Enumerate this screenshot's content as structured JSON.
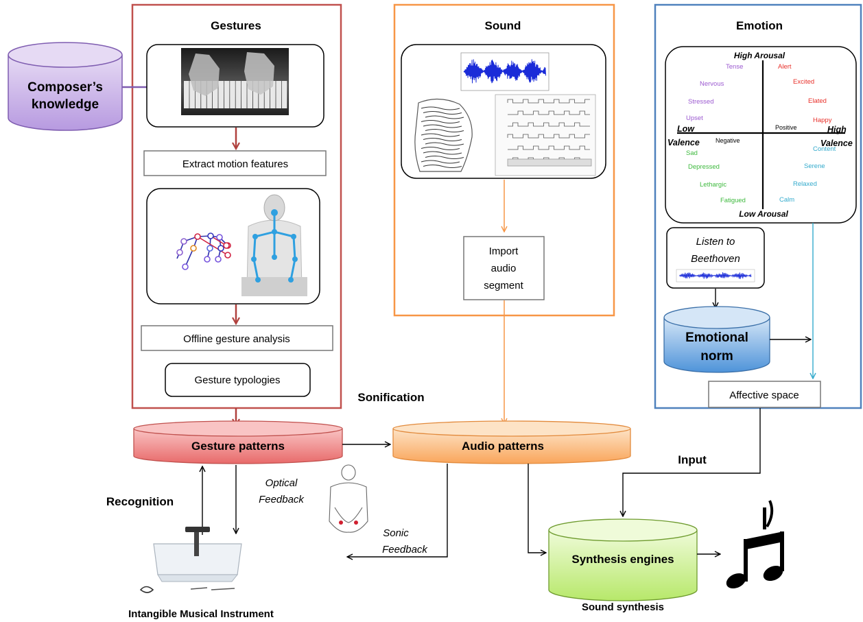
{
  "panels": {
    "gestures": "Gestures",
    "sound": "Sound",
    "emotion": "Emotion"
  },
  "composer": {
    "line1": "Composer’s",
    "line2": "knowledge"
  },
  "gesture_steps": {
    "extract": "Extract motion features",
    "offline": "Offline gesture analysis",
    "typologies": "Gesture typologies"
  },
  "sound_steps": {
    "line1": "Import",
    "line2": "audio",
    "line3": "segment"
  },
  "emotion_chart": {
    "high_arousal": "High Arousal",
    "low_arousal": "Low Arousal",
    "low_valence_1": "Low",
    "low_valence_2": "Valence",
    "high_valence_1": "High",
    "high_valence_2": "Valence",
    "positive": "Positive",
    "negative": "Negative",
    "words": {
      "tense": "Tense",
      "nervous": "Nervous",
      "stressed": "Stressed",
      "upset": "Upset",
      "sad": "Sad",
      "depressed": "Depressed",
      "lethargic": "Lethargic",
      "fatigued": "Fatigued",
      "alert": "Alert",
      "excited": "Excited",
      "elated": "Elated",
      "happy": "Happy",
      "content": "Content",
      "serene": "Serene",
      "relaxed": "Relaxed",
      "calm": "Calm"
    },
    "colors": {
      "purple": "#9B59D0",
      "red": "#E8302A",
      "green": "#3DB93D",
      "cyan": "#33AACC"
    }
  },
  "listen": {
    "line1": "Listen to",
    "line2": "Beethoven"
  },
  "emotional_norm": {
    "line1": "Emotional",
    "line2": "norm"
  },
  "affective_space": "Affective space",
  "patterns": {
    "gesture": "Gesture patterns",
    "audio": "Audio patterns",
    "synthesis": "Synthesis engines"
  },
  "labels": {
    "sonification": "Sonification",
    "recognition": "Recognition",
    "input": "Input",
    "optical_1": "Optical",
    "optical_2": "Feedback",
    "sonic_1": "Sonic",
    "sonic_2": "Feedback",
    "instrument": "Intangible Musical Instrument",
    "sound_synthesis": "Sound synthesis"
  },
  "colors": {
    "gestures_border": "#C0504D",
    "sound_border": "#F79646",
    "emotion_border": "#4F81BD",
    "composer_fill": "#C9B3E6",
    "gesture_fill": "#F08C8C",
    "audio_fill": "#FBC48E",
    "synth_fill": "#CFF09C",
    "norm_fill": "#6FA8E0"
  }
}
